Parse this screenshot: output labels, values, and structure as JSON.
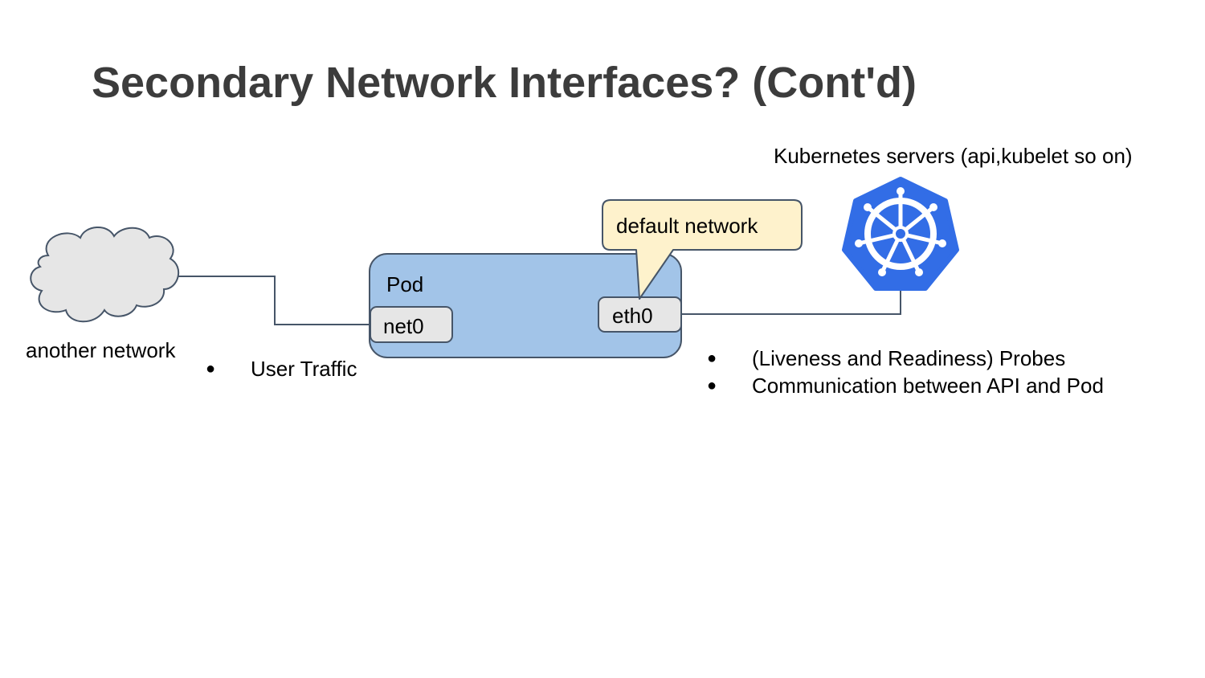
{
  "title": "Secondary Network Interfaces? (Cont'd)",
  "cloud": {
    "label": "another network",
    "icon": "cloud-icon"
  },
  "pod": {
    "label": "Pod",
    "interface_left": "net0",
    "interface_right": "eth0"
  },
  "callout": {
    "label": "default network"
  },
  "kubernetes": {
    "label": "Kubernetes servers (api,kubelet so on)",
    "icon": "kubernetes-helm-icon"
  },
  "left_bullets": [
    "User Traffic"
  ],
  "right_bullets": [
    "(Liveness and Readiness) Probes",
    "Communication between API and Pod"
  ],
  "colors": {
    "title": "#3c3c3c",
    "pod_fill": "#a2c4e8",
    "stroke": "#465568",
    "interface_fill": "#e6e6e6",
    "cloud_fill": "#e6e6e6",
    "callout_fill": "#fef2cc",
    "kubernetes_blue": "#326de6"
  }
}
